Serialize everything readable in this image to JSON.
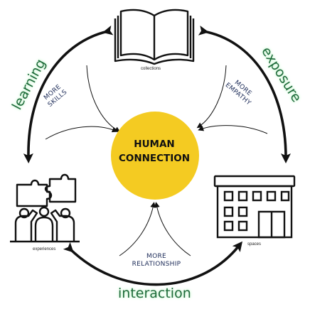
{
  "center": {
    "line1": "HUMAN",
    "line2": "CONNECTION",
    "color": "#f4cb22"
  },
  "nodes": {
    "collections": "collections",
    "spaces": "spaces",
    "experiences": "experiences"
  },
  "benefits": {
    "skills": [
      "MORE",
      "SKILLS"
    ],
    "empathy": [
      "MORE",
      "EMPATHY"
    ],
    "relationship": [
      "MORE",
      "RELATIONSHIP"
    ]
  },
  "cycle": {
    "learning": "learning",
    "exposure": "exposure",
    "interaction": "interaction",
    "label_color": "#1e6b3a"
  },
  "icons": [
    "open-book-icon",
    "building-icon",
    "puzzle-team-icon"
  ]
}
